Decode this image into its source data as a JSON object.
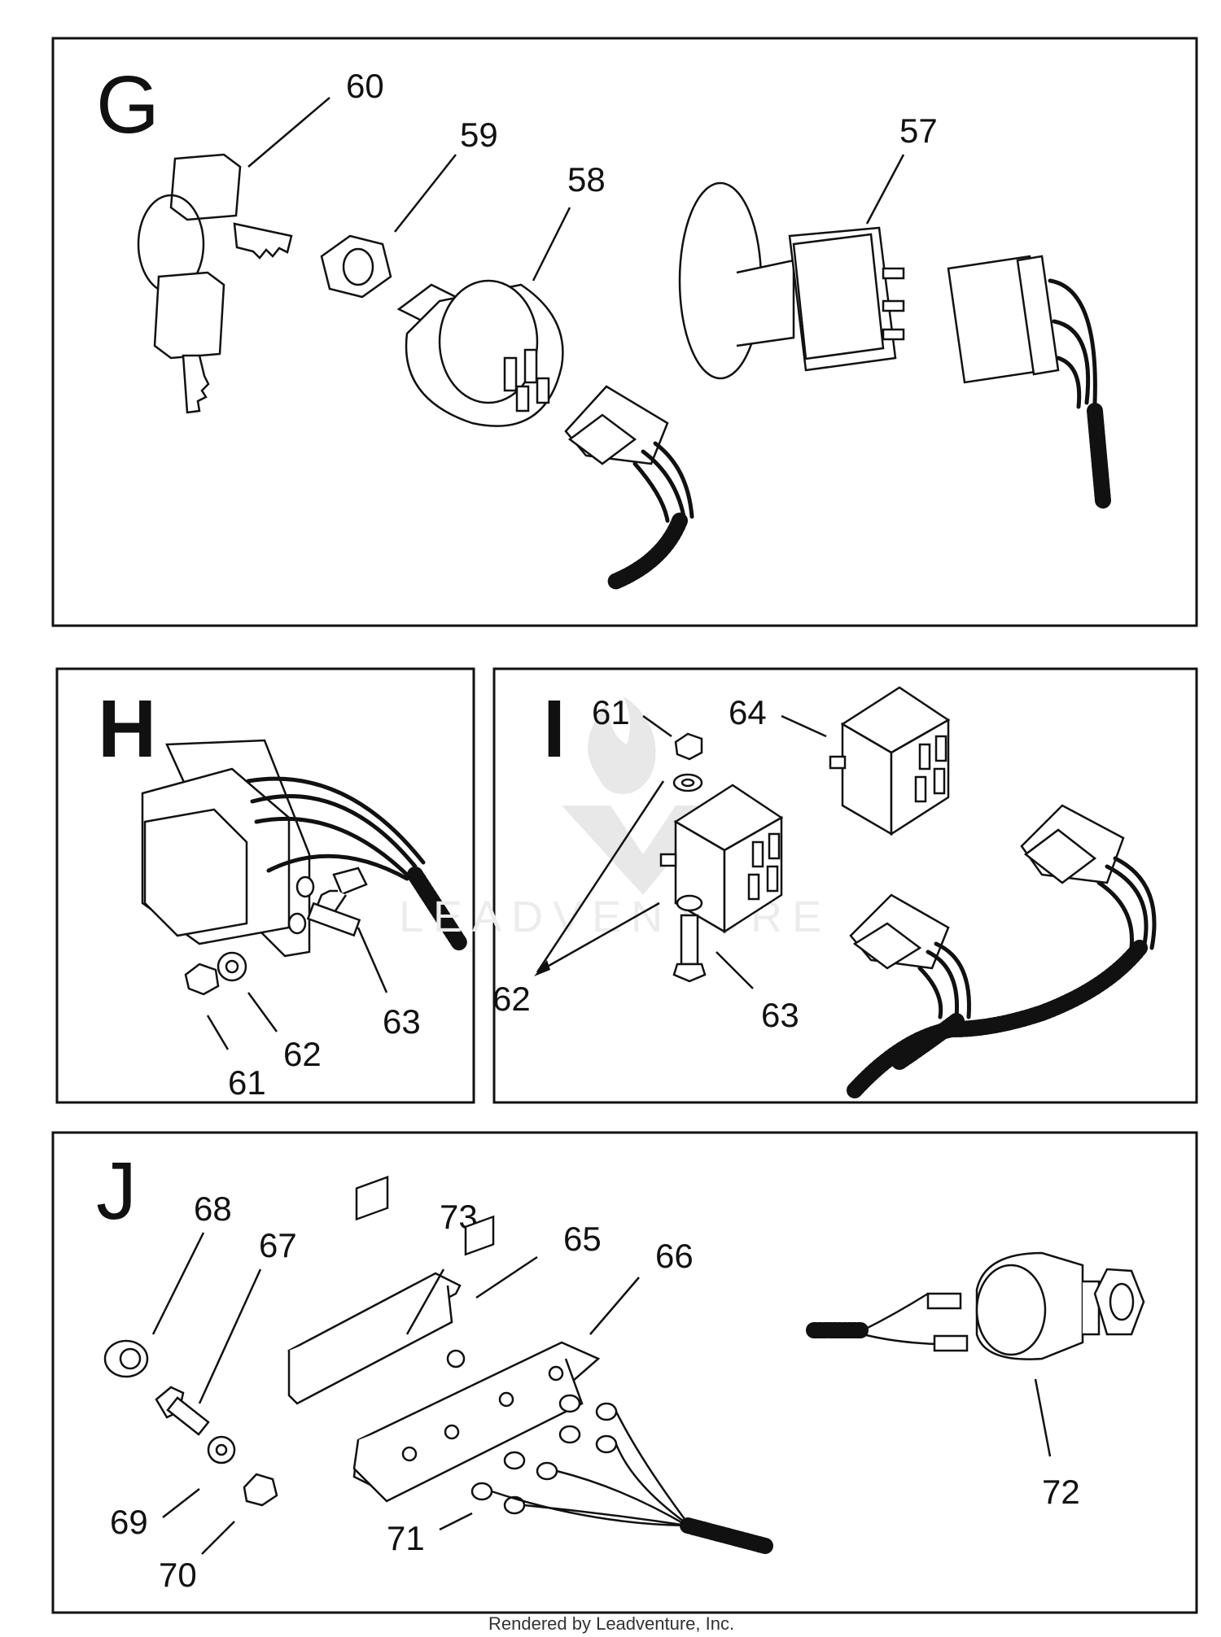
{
  "panels": {
    "g": {
      "letter": "G",
      "labels": {
        "p60": "60",
        "p59": "59",
        "p58": "58",
        "p57": "57"
      }
    },
    "h": {
      "letter": "H",
      "labels": {
        "p63": "63",
        "p62": "62",
        "p61": "61"
      }
    },
    "i": {
      "letter": "I",
      "labels": {
        "p61": "61",
        "p64": "64",
        "p62": "62",
        "p63": "63"
      }
    },
    "j": {
      "letter": "J",
      "labels": {
        "p68": "68",
        "p67": "67",
        "p73": "73",
        "p65": "65",
        "p66": "66",
        "p69": "69",
        "p70": "70",
        "p71": "71",
        "p72": "72"
      }
    }
  },
  "watermark": {
    "text": "LEADVENTURE"
  },
  "footer": {
    "text": "Rendered by Leadventure, Inc."
  }
}
